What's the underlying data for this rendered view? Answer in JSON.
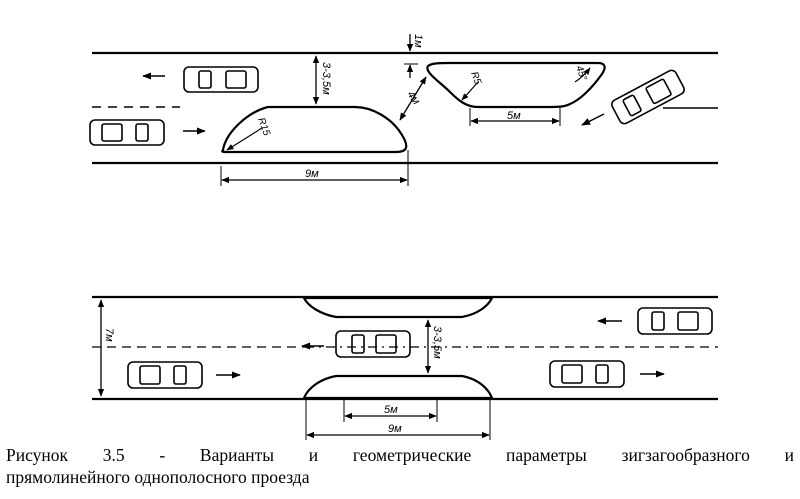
{
  "diagram": {
    "top": {
      "labels": {
        "lane_width": "3-3,5м",
        "offset": "1м",
        "angle_gap": "4м",
        "radius_left": "R15",
        "radius_right": "R5",
        "angle": "45°",
        "island_length": "5м",
        "total_length": "9м"
      }
    },
    "bottom": {
      "labels": {
        "road_width": "7м",
        "lane_width": "3-3,5м",
        "island_length": "5м",
        "total_length": "9м"
      }
    }
  },
  "caption": {
    "words_line1": [
      "Рисунок",
      "3.5",
      "-",
      "Варианты",
      "и",
      "геометрические",
      "параметры",
      "зигзагообразного",
      "и"
    ],
    "line2": "прямолинейного однополосного проезда"
  }
}
